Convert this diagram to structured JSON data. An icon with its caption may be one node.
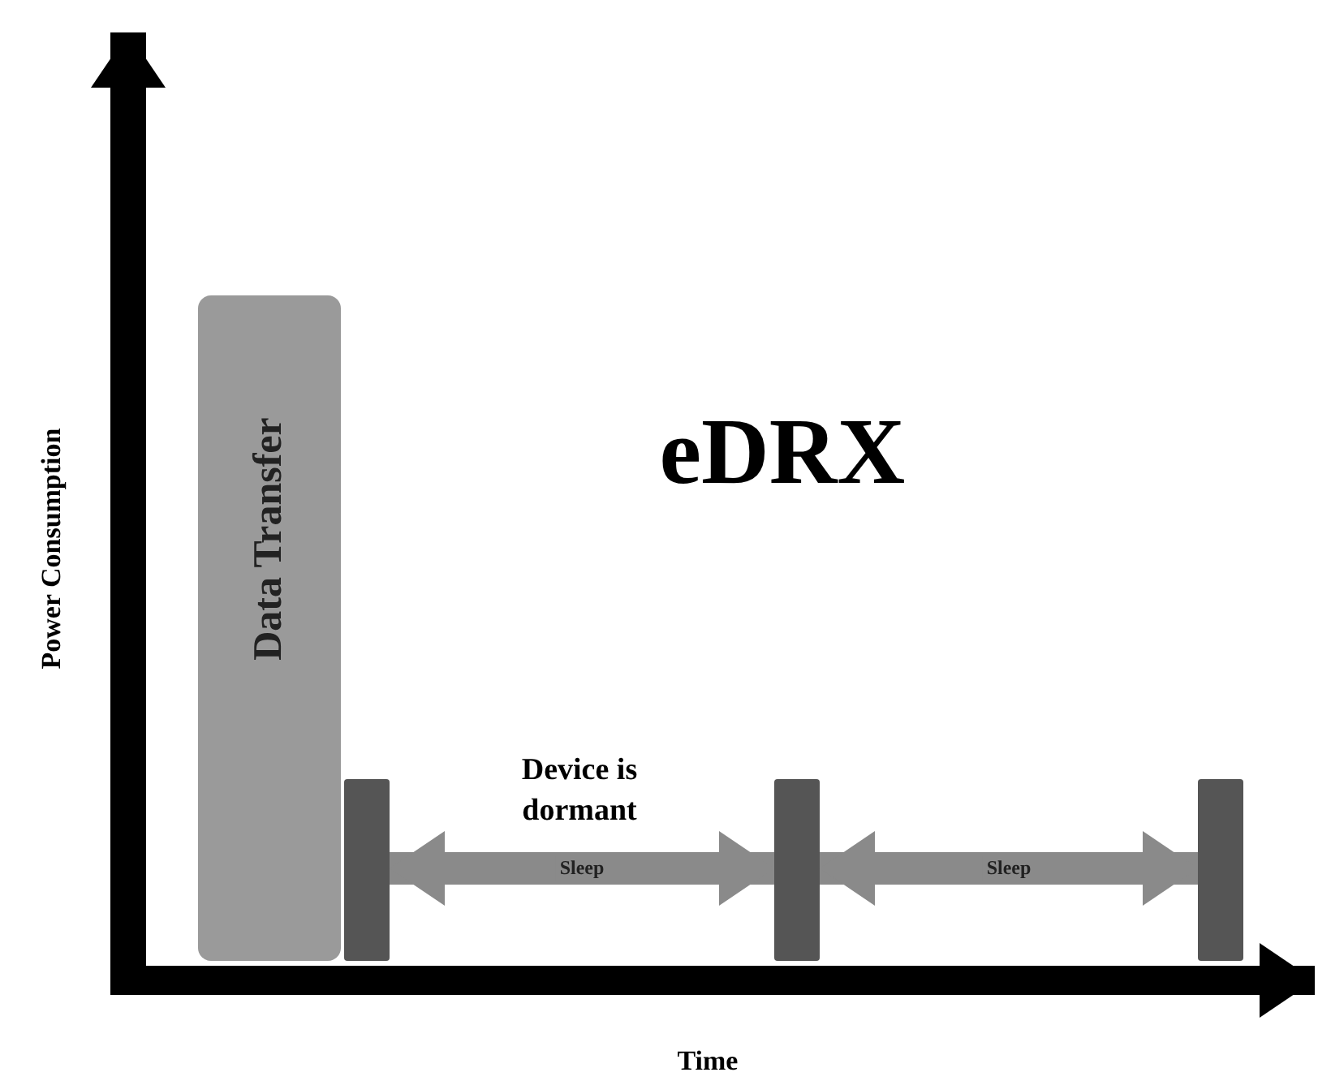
{
  "diagram": {
    "title": "eDRX",
    "nodes": [
      {
        "text": [
          "Data Transfer"
        ]
      },
      {
        "text": [],
        "shape": "bar"
      },
      {
        "text": [],
        "shape": "bar"
      },
      {
        "text": [],
        "shape": "bar"
      }
    ],
    "edges": [
      {
        "from": 1,
        "to": 2,
        "arrow": "both",
        "label": "Sleep"
      },
      {
        "from": 2,
        "to": 3,
        "arrow": "both",
        "label": "Sleep"
      }
    ],
    "labels": [
      "Power Consumption",
      "Device is dormant",
      "Time"
    ]
  }
}
